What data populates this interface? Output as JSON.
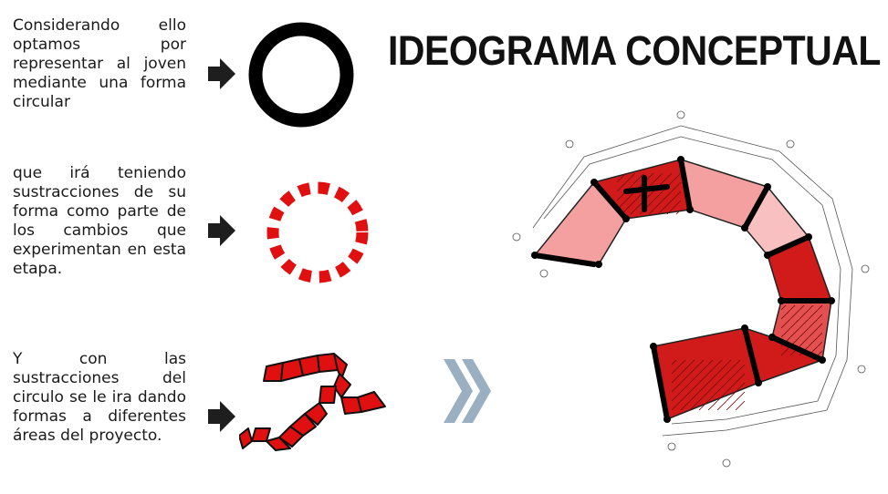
{
  "title": "IDEOGRAMA CONCEPTUAL",
  "steps": [
    {
      "text": "Considerando ello optamos por representar al joven mediante una forma circular",
      "shape": "solid-black-ring"
    },
    {
      "text": "que irá teniendo sustracciones de su forma como parte de los cambios que experimentan en esta etapa.",
      "shape": "dashed-red-ring"
    },
    {
      "text": "Y con las sustracciones del circulo se le ira dando formas a diferentes áreas del proyecto.",
      "shape": "red-zigzag-polygons"
    }
  ],
  "icons": {
    "step_arrow": "right-arrow-icon",
    "transition": "double-chevron-icon"
  },
  "colors": {
    "accent_red": "#e01010",
    "dark_red": "#d11a1a",
    "light_red": "#f4a0a0",
    "chevron_blue": "#9aafc2",
    "ink": "#111111"
  }
}
